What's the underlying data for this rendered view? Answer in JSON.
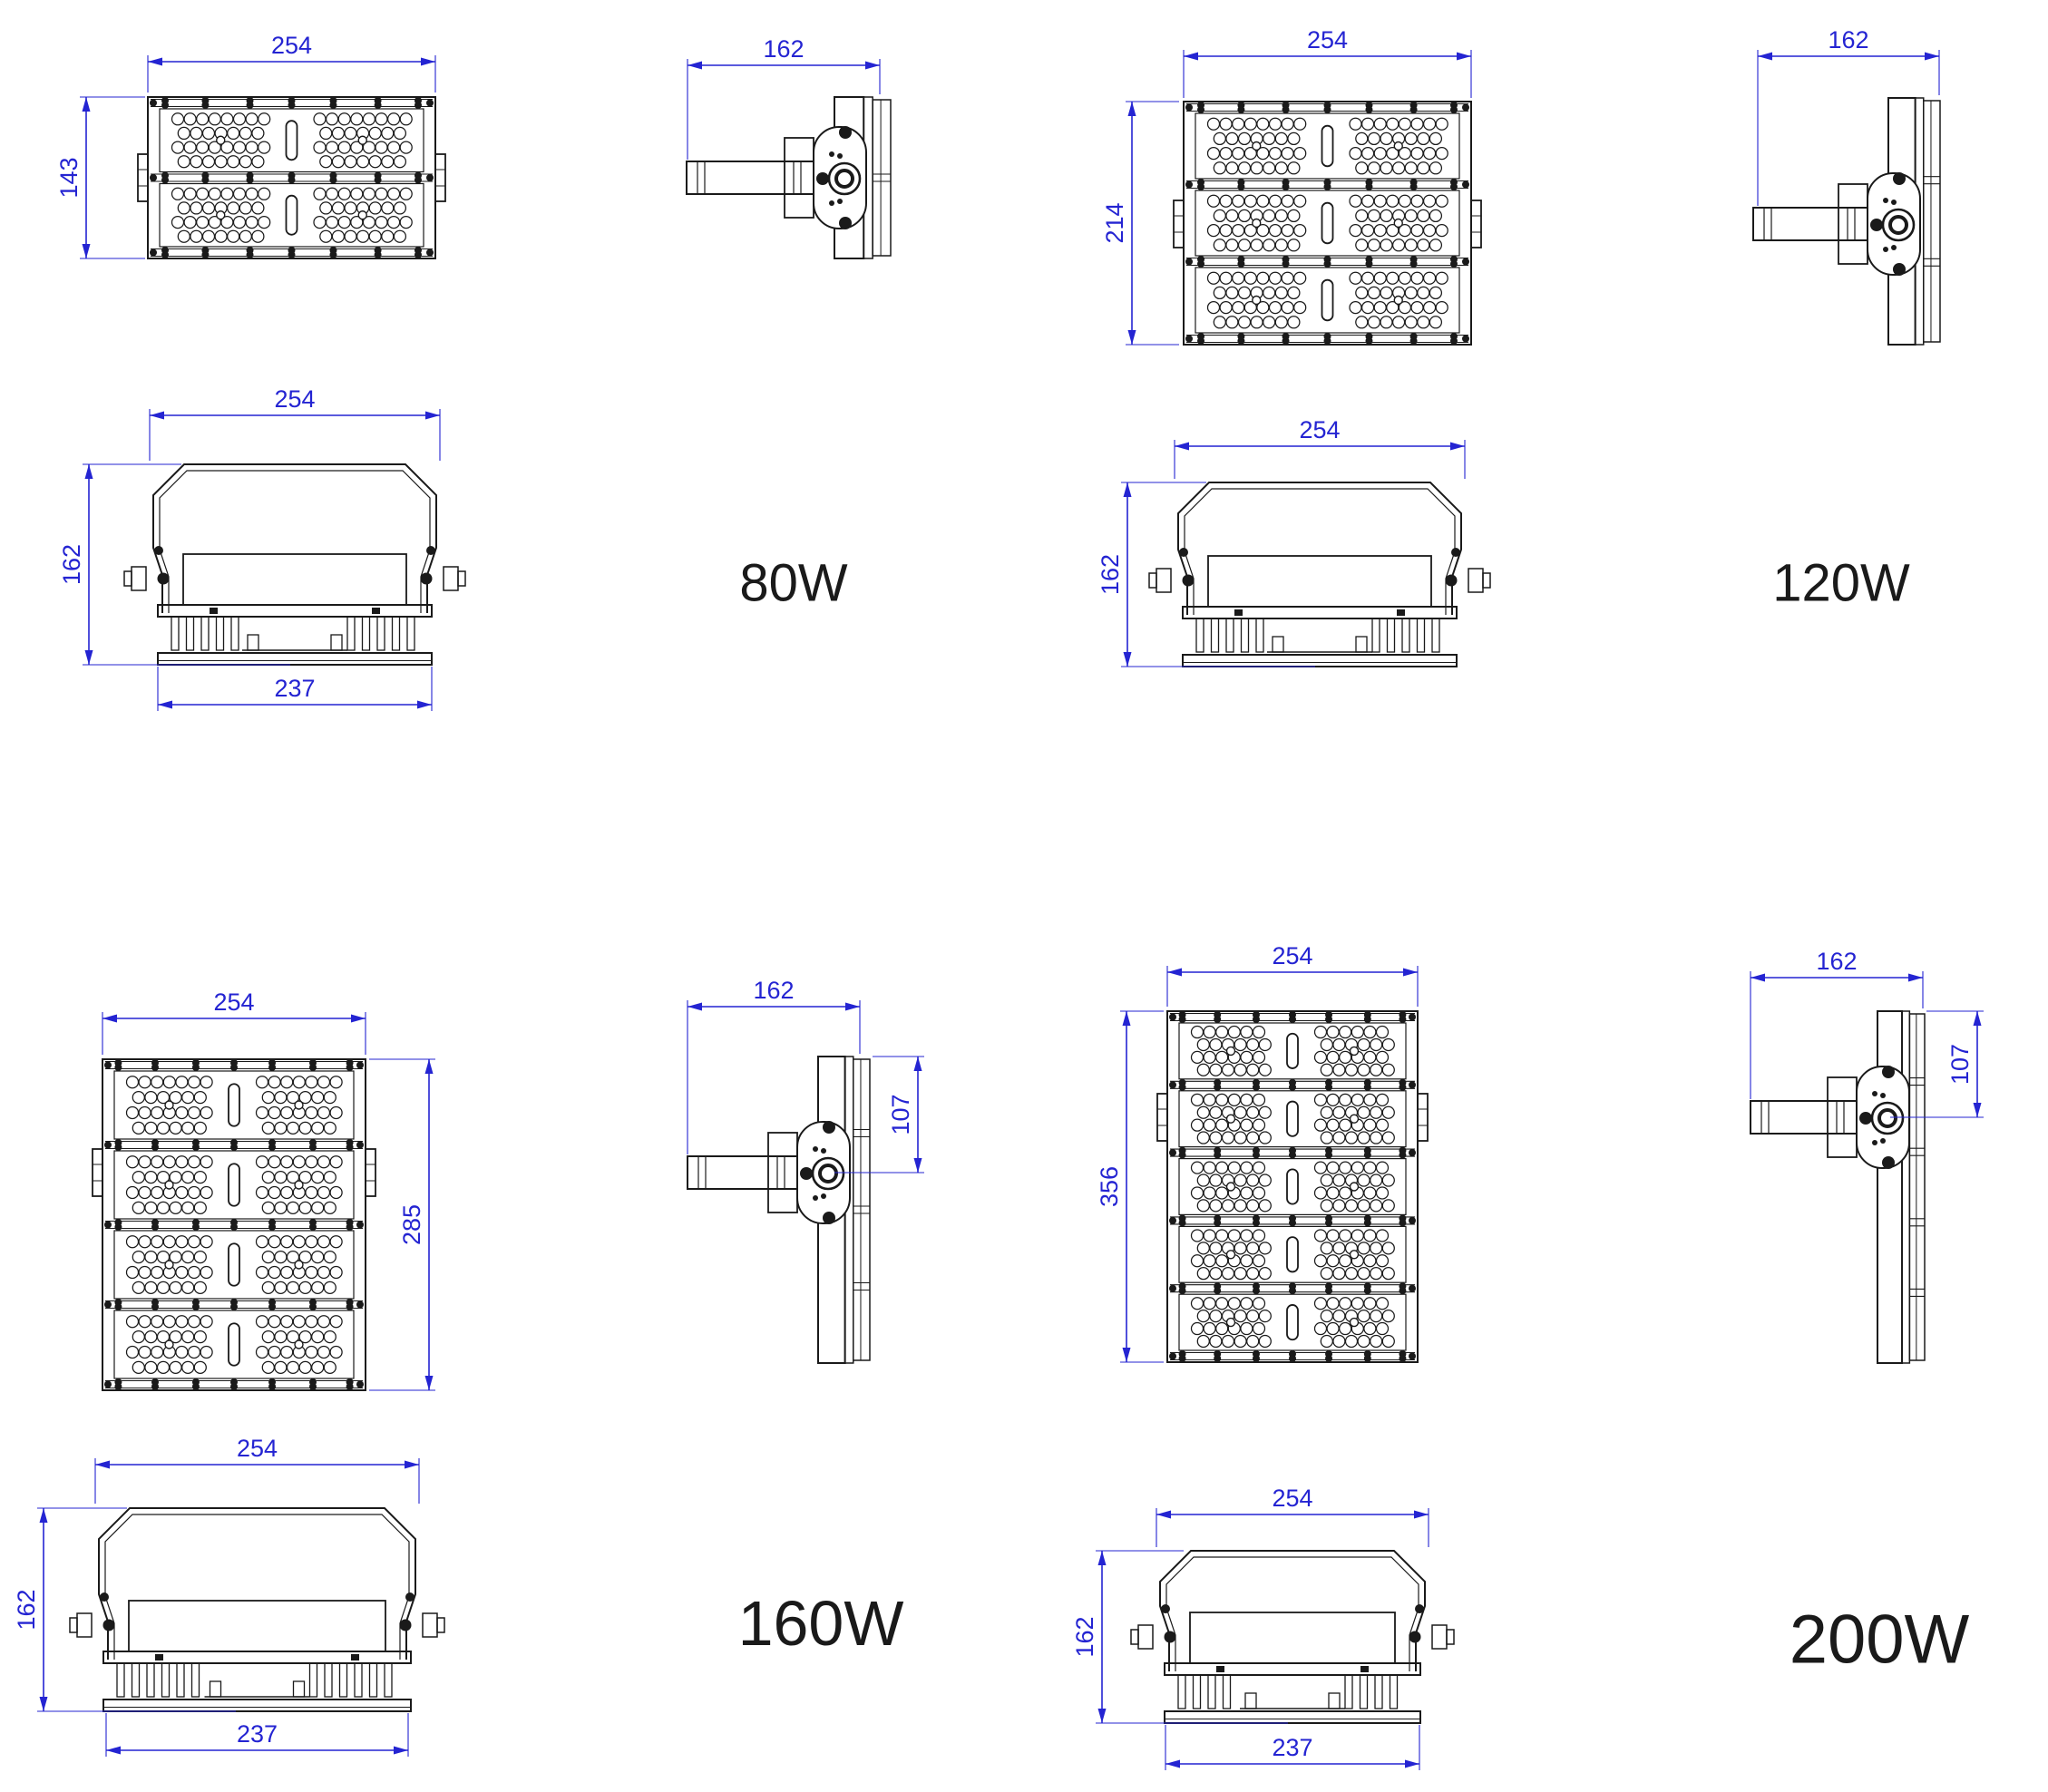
{
  "sheet": {
    "description": "LED flood light dimension drawings",
    "colors": {
      "dimension": "#2424d2",
      "line": "#1a1a1a",
      "label": "#1a1a1a",
      "background": "#ffffff"
    }
  },
  "products": [
    {
      "id": "80w",
      "label": "80W",
      "modules": 2,
      "front": {
        "width": "254",
        "height": "143"
      },
      "side": {
        "width": "162"
      },
      "profile": {
        "width": "254",
        "height": "162",
        "base_width": "237"
      }
    },
    {
      "id": "120w",
      "label": "120W",
      "modules": 3,
      "front": {
        "width": "254",
        "height": "214"
      },
      "side": {
        "width": "162"
      },
      "profile": {
        "width": "254",
        "height": "162"
      }
    },
    {
      "id": "160w",
      "label": "160W",
      "modules": 4,
      "front": {
        "width": "254",
        "height": "285"
      },
      "side": {
        "width": "162",
        "bracket_offset": "107"
      },
      "profile": {
        "width": "254",
        "height": "162",
        "base_width": "237"
      }
    },
    {
      "id": "200w",
      "label": "200W",
      "modules": 5,
      "front": {
        "width": "254",
        "height": "356"
      },
      "side": {
        "width": "162",
        "bracket_offset": "107"
      },
      "profile": {
        "width": "254",
        "height": "162",
        "base_width": "237"
      }
    }
  ]
}
